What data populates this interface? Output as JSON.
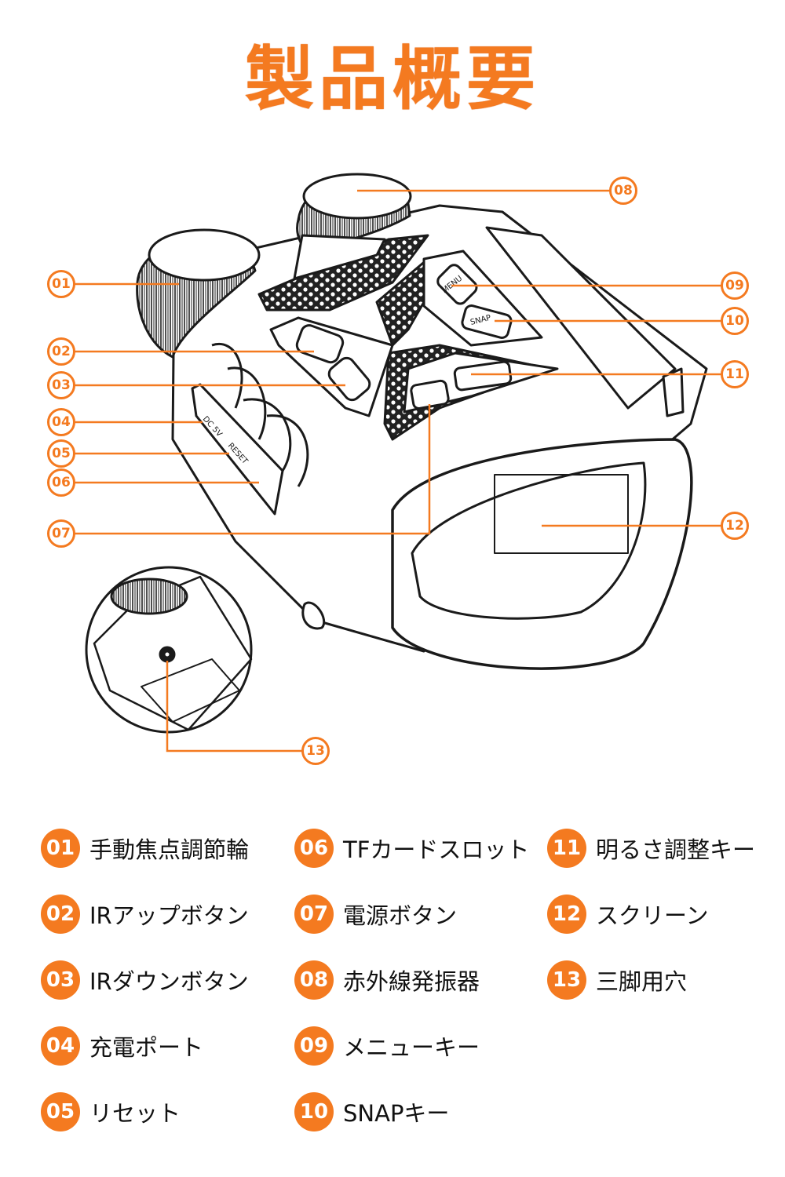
{
  "title": "製品概要",
  "accent_color": "#f47a20",
  "callouts": [
    {
      "num": "01"
    },
    {
      "num": "02"
    },
    {
      "num": "03"
    },
    {
      "num": "04"
    },
    {
      "num": "05"
    },
    {
      "num": "06"
    },
    {
      "num": "07"
    },
    {
      "num": "08"
    },
    {
      "num": "09"
    },
    {
      "num": "10"
    },
    {
      "num": "11"
    },
    {
      "num": "12"
    },
    {
      "num": "13"
    }
  ],
  "device_labels": {
    "menu": "MENU",
    "snap": "SNAP",
    "dc": "DC 5V",
    "reset": "RESET"
  },
  "legend": [
    {
      "num": "01",
      "label": "手動焦点調節輪"
    },
    {
      "num": "02",
      "label": "IRアップボタン"
    },
    {
      "num": "03",
      "label": "IRダウンボタン"
    },
    {
      "num": "04",
      "label": "充電ポート"
    },
    {
      "num": "05",
      "label": "リセット"
    },
    {
      "num": "06",
      "label": "TFカードスロット"
    },
    {
      "num": "07",
      "label": "電源ボタン"
    },
    {
      "num": "08",
      "label": "赤外線発振器"
    },
    {
      "num": "09",
      "label": "メニューキー"
    },
    {
      "num": "10",
      "label": "SNAPキー"
    },
    {
      "num": "11",
      "label": "明るさ調整キー"
    },
    {
      "num": "12",
      "label": "スクリーン"
    },
    {
      "num": "13",
      "label": "三脚用穴"
    }
  ]
}
